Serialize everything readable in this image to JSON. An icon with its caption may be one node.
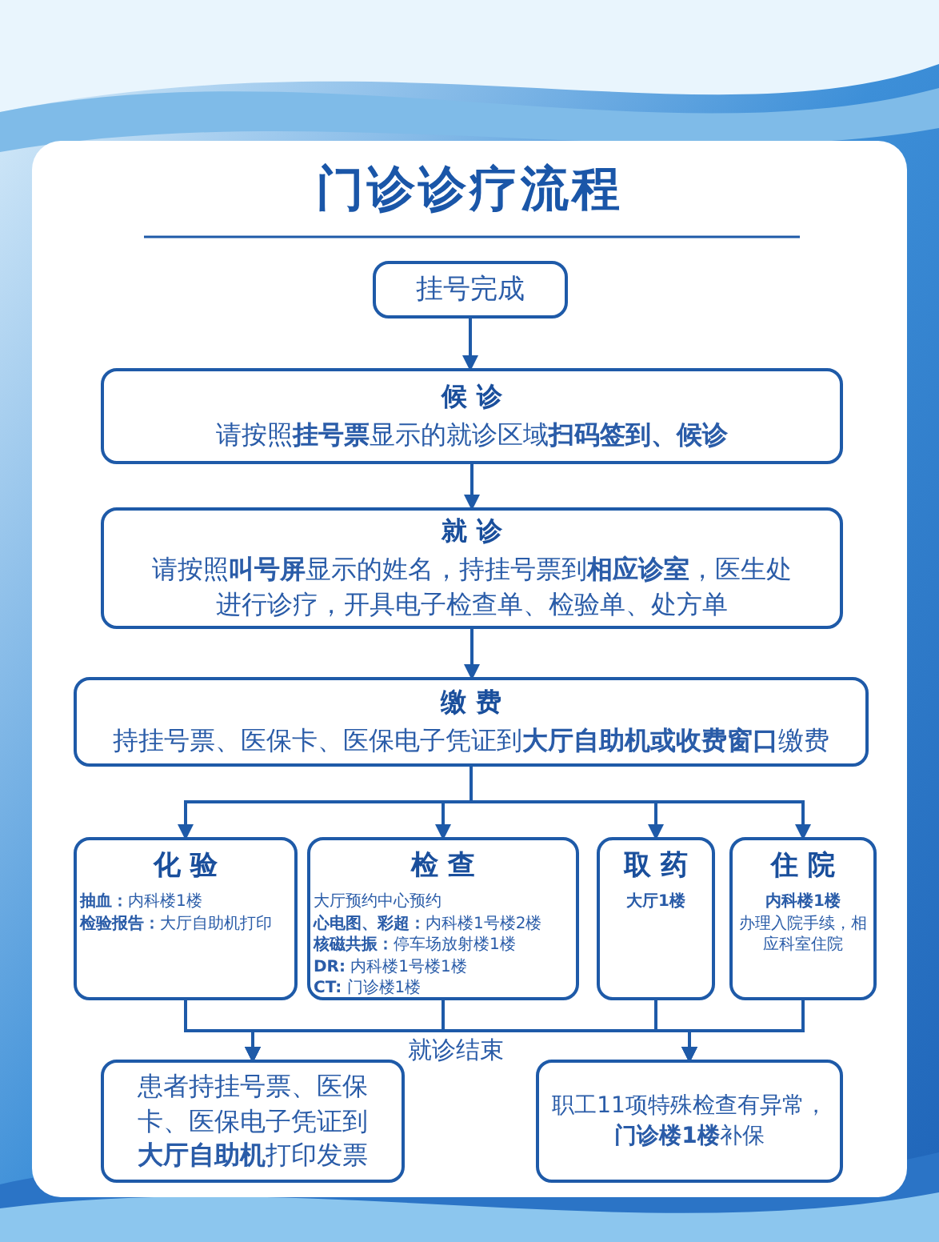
{
  "diagram": {
    "title": "门诊诊疗流程",
    "nodes": [
      {
        "text": [
          "挂号完成"
        ]
      },
      {
        "text": [
          "候 诊",
          "请按照**挂号票**显示的就诊区域**扫码签到、候诊**"
        ]
      },
      {
        "text": [
          "就 诊",
          "请按照**叫号屏**显示的姓名，持挂号票到**相应诊室**，医生处进行诊疗，开具电子检查单、检验单、处方单"
        ]
      },
      {
        "text": [
          "缴 费",
          "持挂号票、医保卡、医保电子凭证到**大厅自助机或收费窗口**缴费"
        ]
      },
      {
        "text": [
          "化 验",
          "**抽血：**内科楼1楼",
          "**检验报告：**大厅自助机打印"
        ]
      },
      {
        "text": [
          "检 查",
          "大厅预约中心预约",
          "**心电图、彩超：**内科楼1号楼2楼",
          "**核磁共振：**停车场放射楼1楼",
          "**DR:** 内科楼1号楼1楼",
          "**CT:** 门诊楼1楼"
        ]
      },
      {
        "text": [
          "取 药",
          "**大厅1楼**"
        ]
      },
      {
        "text": [
          "住 院",
          "**内科楼1楼**",
          "办理入院手续，相应科室住院"
        ]
      },
      {
        "text": [
          "患者持挂号票、医保卡、医保电子凭证到**大厅自助机**打印发票"
        ]
      },
      {
        "text": [
          "职工11项特殊检查有异常，**门诊楼1楼**补保"
        ]
      }
    ],
    "edges": [
      {
        "from": 0,
        "to": 1,
        "arrow": "to"
      },
      {
        "from": 1,
        "to": 2,
        "arrow": "to"
      },
      {
        "from": 2,
        "to": 3,
        "arrow": "to"
      },
      {
        "from": 3,
        "to": 4,
        "arrow": "to"
      },
      {
        "from": 3,
        "to": 5,
        "arrow": "to"
      },
      {
        "from": 3,
        "to": 6,
        "arrow": "to"
      },
      {
        "from": 3,
        "to": 7,
        "arrow": "to"
      },
      {
        "from": 4,
        "to": 8,
        "arrow": "to"
      },
      {
        "from": 5,
        "to": 8,
        "arrow": "to"
      },
      {
        "from": 6,
        "to": 8,
        "arrow": "to"
      },
      {
        "from": 7,
        "to": 8,
        "arrow": "to"
      },
      {
        "from": 4,
        "to": 9,
        "arrow": "to"
      },
      {
        "from": 5,
        "to": 9,
        "arrow": "to"
      },
      {
        "from": 6,
        "to": 9,
        "arrow": "to"
      },
      {
        "from": 7,
        "to": 9,
        "arrow": "to"
      }
    ],
    "labels": [
      "就诊结束"
    ]
  }
}
